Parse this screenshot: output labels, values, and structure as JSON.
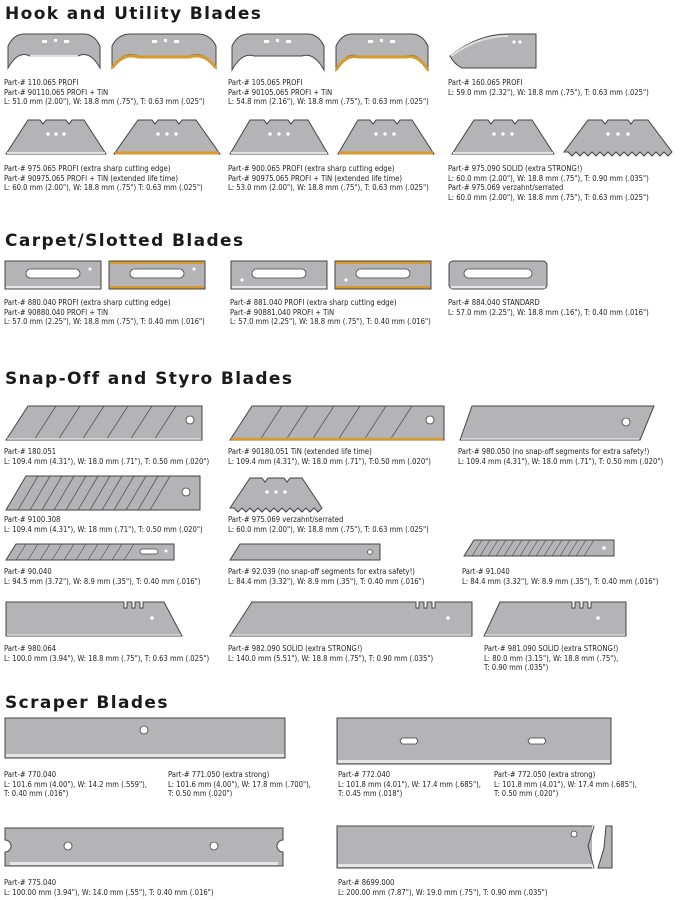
{
  "sections": {
    "hook": "Hook and Utility Blades",
    "carpet": "Carpet/Slotted Blades",
    "snap": "Snap-Off and Styro Blades",
    "scraper": "Scraper Blades"
  },
  "hook_items": [
    {
      "lines": [
        "Part-# 110.065 PROFI",
        "Part-# 90110.065 PROFI + TiN",
        "L: 51.0 mm (2.00\"), W: 18.8 mm (.75\"), T: 0.63 mm (.025\")"
      ]
    },
    {
      "lines": [
        "Part-# 105.065 PROFI",
        "Part-# 90105.065 PROFI + TiN",
        "L: 54.8 mm (2.16\"), W: 18.8 mm (.75\"), T: 0.63 mm (.025\")"
      ]
    },
    {
      "lines": [
        "Part-# 160.065 PROFI",
        "L: 59.0 mm (2.32\"), W: 18.8 mm (.75\"), T: 0.63 mm (.025\")"
      ]
    }
  ],
  "utility_items": [
    {
      "lines": [
        "Part-# 975.065 PROFI (extra sharp cutting edge)",
        "Part-# 90975.065 PROFI + TiN (extended life time)",
        "L: 60.0 mm (2.00\"), W: 18.8 mm (.75\") T: 0.63 mm (.025\")"
      ]
    },
    {
      "lines": [
        "Part-# 900.065 PROFI (extra sharp cutting edge)",
        "Part-# 90975.065 PROFI + TiN (extended life time)",
        "L: 53.0 mm (2.00\"), W: 18.8 mm (.75\"), T: 0.63 mm (.025\")"
      ]
    },
    {
      "lines": [
        "Part-# 975.090 SOLID (extra STRONG!)",
        "L: 60.0 mm (2.00\"), W: 18.8 mm (.75\"), T: 0.90 mm (.035\")",
        "Part-# 975.069 verzahnt/serrated",
        "L: 60.0 mm (2.00\"), W: 18.8 mm (.75\"), T: 0.63 mm (.025\")"
      ]
    }
  ],
  "carpet_items": [
    {
      "lines": [
        "Part-# 880.040 PROFI (extra sharp cutting edge)",
        "Part-# 90880.040 PROFI + TiN",
        "L: 57.0 mm (2.25\"), W: 18.8 mm (.75\"), T: 0.40 mm (.016\")"
      ]
    },
    {
      "lines": [
        "Part-# 881.040 PROFI (extra sharp cutting edge)",
        "Part-# 90881.040 PROFI + TiN",
        "L: 57.0 mm (2.25\"), W: 18.8 mm (.75\"), T: 0.40 mm (.016\")"
      ]
    },
    {
      "lines": [
        "Part-# 884.040 STANDARD",
        "L: 57.0 mm (2.25\"), W: 18.8 mm (.16\"), T: 0.40 mm (.016\")"
      ]
    }
  ],
  "snap_items": [
    {
      "lines": [
        "Part-# 180.051",
        "L: 109.4 mm (4.31\"), W: 18.0 mm (.71\"), T: 0.50 mm (.020\")"
      ]
    },
    {
      "lines": [
        "Part-# 90180.051 TiN (extended life time)",
        "L: 109.4 mm (4.31\"), W: 18.0 mm (.71\"), T:0.50 mm (.020\")"
      ]
    },
    {
      "lines": [
        "Part-# 980.050 (no snap-off segments for extra safety!)",
        "L: 109.4 mm (4.31\"), W: 18.0 mm (.71\"), T: 0.50 mm (.020\")"
      ]
    },
    {
      "lines": [
        "Part-# 9100.308",
        "L: 109.4 mm (4.31\"), W: 18 mm (.71\"), T: 0.50 mm (.020\")"
      ]
    },
    {
      "lines": [
        "Part-# 975.069 verzahnt/serrated",
        "L: 60.0 mm (2.00\"), W:  18.8 mm (.75\"), T: 0.63 mm  (.025\")"
      ]
    },
    {
      "lines": [
        "Part-# 90.040",
        "L: 94.5 mm (3.72\"), W: 8.9 mm (.35\"), T: 0.40 mm (.016\")"
      ]
    },
    {
      "lines": [
        "Part-# 92.039 (no snap-off segments for extra safety!)",
        "L: 84.4 mm (3.32\"), W: 8.9 mm (.35\"), T:  0.40 mm (.016\")"
      ]
    },
    {
      "lines": [
        "Part-# 91.040",
        "L: 84.4 mm (3.32\"), W: 8.9 mm (.35\"), T: 0.40 mm (.016\")"
      ]
    },
    {
      "lines": [
        "Part-# 980.064",
        "L: 100.0 mm (3.94\"), W: 18.8 mm (.75\"), T: 0.63 mm (.025\")"
      ]
    },
    {
      "lines": [
        "Part-# 982.090 SOLID (extra STRONG!)",
        "L: 140.0 mm (5.51\"), W: 18.8 mm (.75\"), T: 0.90 mm (.035\")"
      ]
    },
    {
      "lines": [
        "Part-# 981.090 SOLID (extra STRONG!)",
        "L: 80.0 mm (3.15\"), W: 18.8 mm (.75\"),",
        "T: 0.90 mm (.035\")"
      ]
    }
  ],
  "scraper_items": [
    {
      "lines": [
        "Part-# 770.040",
        "L: 101.6 mm (4.00\"), W: 14.2 mm (.559\"),",
        "T: 0.40 mm (.016\")"
      ]
    },
    {
      "lines": [
        "Part-# 771.050 (extra strong)",
        "L: 101.6 mm (4.00\"), W: 17.8 mm (.700\"),",
        "T: 0.50 mm (.020\")"
      ]
    },
    {
      "lines": [
        "Part-# 772.040",
        "L: 101.8 mm (4.01\"), W: 17.4 mm (.685\"),",
        "T: 0.45 mm (.018\")"
      ]
    },
    {
      "lines": [
        "Part-# 772.050 (extra strong)",
        "L: 101.8 mm (4.01\"), W: 17.4 mm (.685\"),",
        "T:  0.50 mm (.020\")"
      ]
    },
    {
      "lines": [
        "Part-# 775.040",
        "L: 100.00 mm (3.94\"), W: 14.0 mm (.55\"), T: 0.40 mm (.016\")"
      ]
    },
    {
      "lines": [
        "Part-# 8699.000",
        "L: 200.00 mm (7.87\"), W: 19.0 mm (.75\"), T:  0.90 mm (.035\")"
      ]
    }
  ],
  "colors": {
    "blade": "#b4b4b6",
    "edge": "#dcdcde",
    "tin": "#d79a2c",
    "outline": "#444444"
  }
}
